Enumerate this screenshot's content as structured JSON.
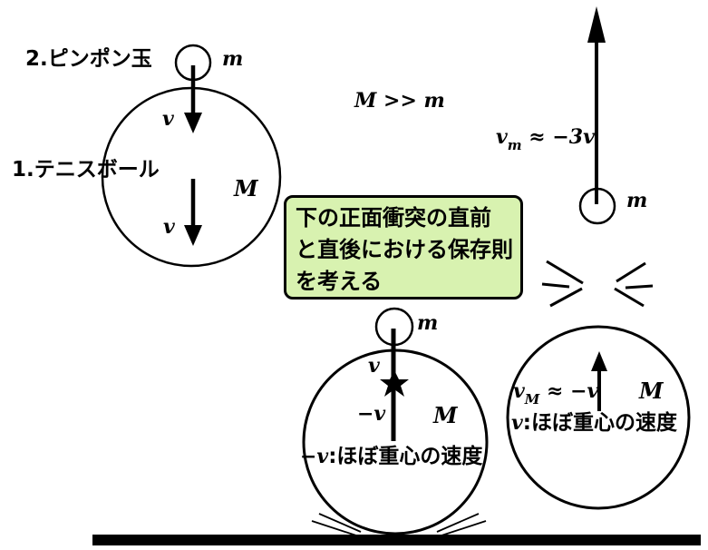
{
  "colors": {
    "ink": "#000000",
    "note_bg": "#d8f2b0"
  },
  "scene_before": {
    "pingpong_label": "2.ピンポン玉",
    "tennis_label": "1.テニスボール",
    "small_mass": "m",
    "large_mass": "M",
    "upper_velocity": "v",
    "lower_velocity": "v"
  },
  "relation": "M >> m",
  "scene_after_pingpong": {
    "velocity_base": "v",
    "velocity_sub": "m",
    "velocity_rest": " ≈ −3",
    "velocity_tail": "v",
    "mass": "m"
  },
  "note": {
    "line1": "下の正面衝突の直前",
    "line2": "と直後における保存則",
    "line3": "を考える"
  },
  "scene_collision": {
    "mass_small": "m",
    "down_velocity": "v",
    "up_velocity": "−v",
    "mass_large": "M",
    "caption_var": "−v",
    "caption_text": ":ほぼ重心の速度"
  },
  "scene_after_tennis": {
    "velocity_base": "v",
    "velocity_sub": "M",
    "velocity_rest": " ≈ −",
    "velocity_tail": "v",
    "mass": "M",
    "caption_var": "v",
    "caption_text": ":ほぼ重心の速度"
  }
}
